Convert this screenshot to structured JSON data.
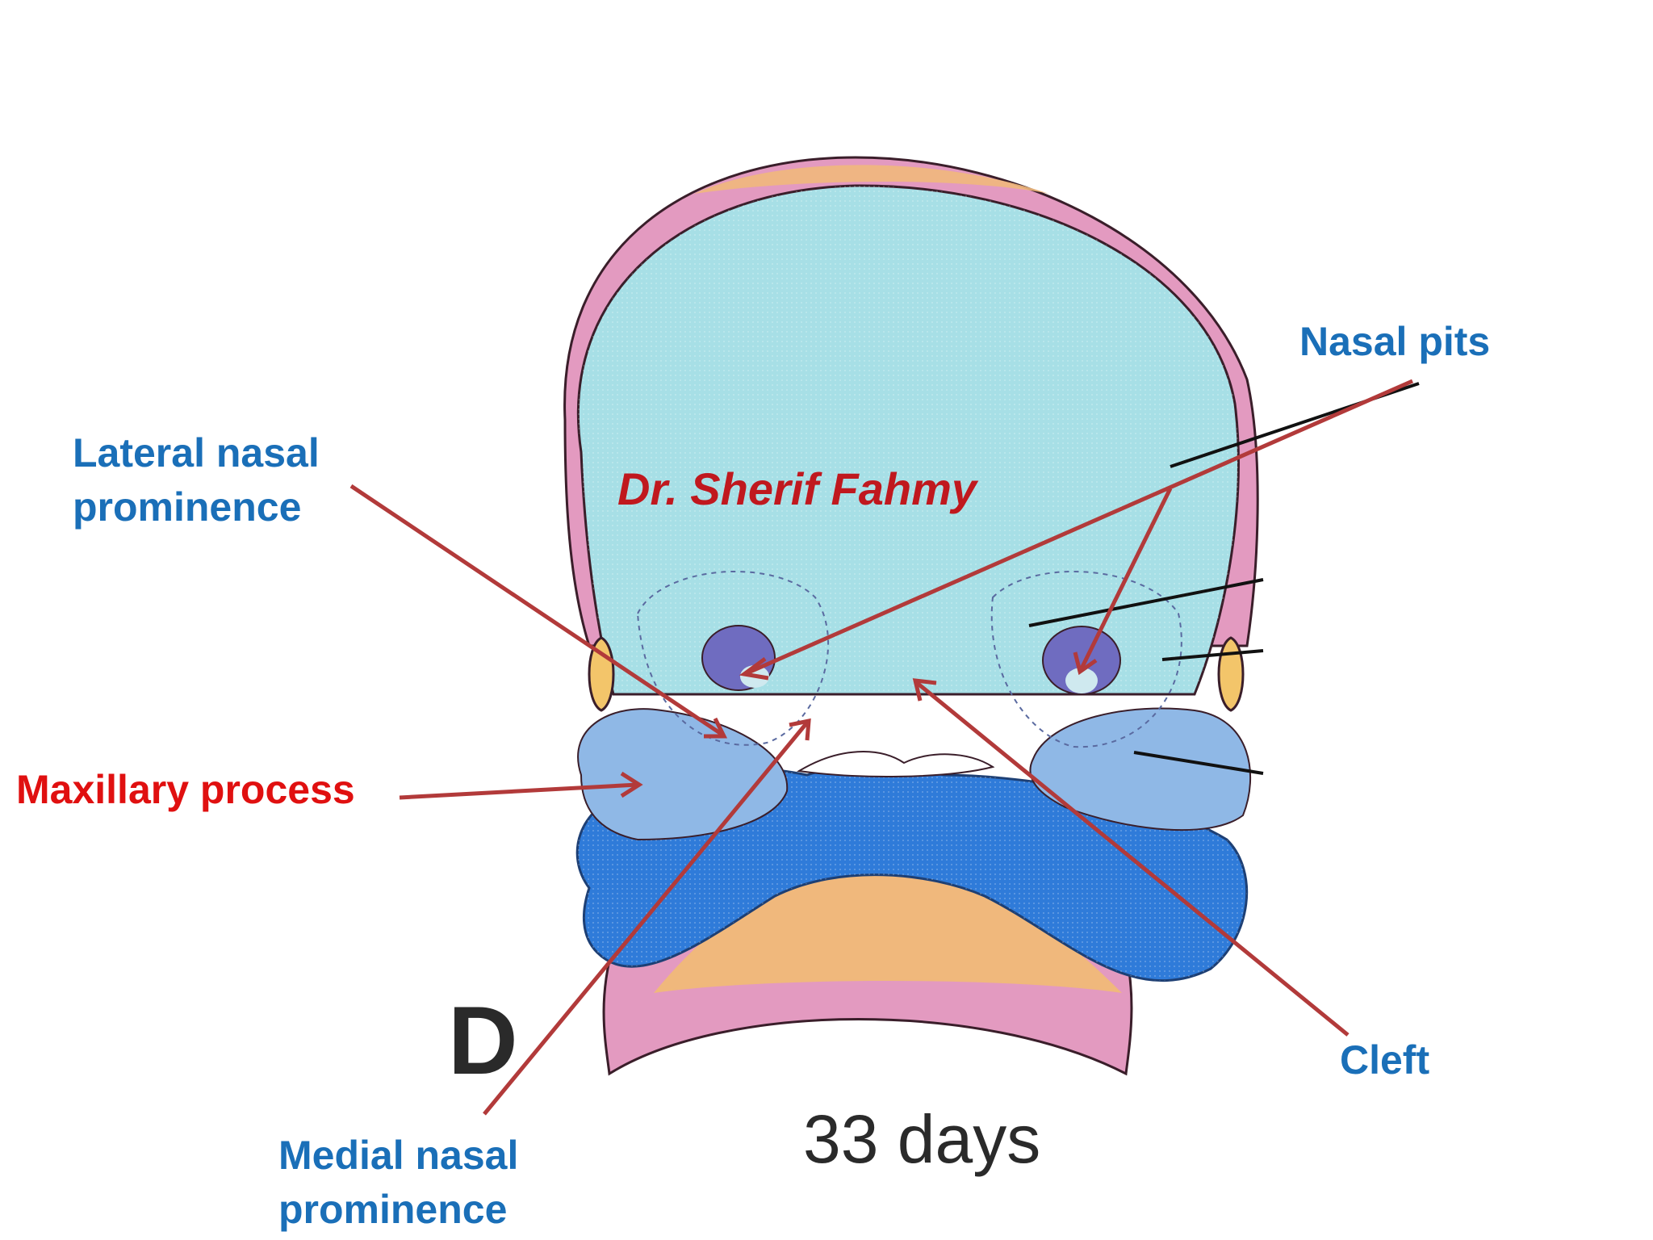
{
  "labels": {
    "lateral_line1": "Lateral nasal",
    "lateral_line2": "prominence",
    "maxillary": "Maxillary process",
    "medial_line1": "Medial nasal",
    "medial_line2": "prominence",
    "nasal_pits": "Nasal pits",
    "cleft": "Cleft",
    "stage_letter": "D",
    "age": "33 days",
    "watermark": "Dr. Sherif Fahmy"
  },
  "colors": {
    "label_blue": "#1a6fb8",
    "label_red": "#e01010",
    "arrow_red": "#b23a3a",
    "watermark": "#c0181e",
    "head_cyan": "#a7dfe6",
    "outline": "#3a1e2a",
    "pink": "#e39ac0",
    "orange": "#f0b87c",
    "mandible_blue": "#2f7bd9",
    "maxillary_blue": "#8fb8e6",
    "pit_purple": "#6f6cc0"
  }
}
